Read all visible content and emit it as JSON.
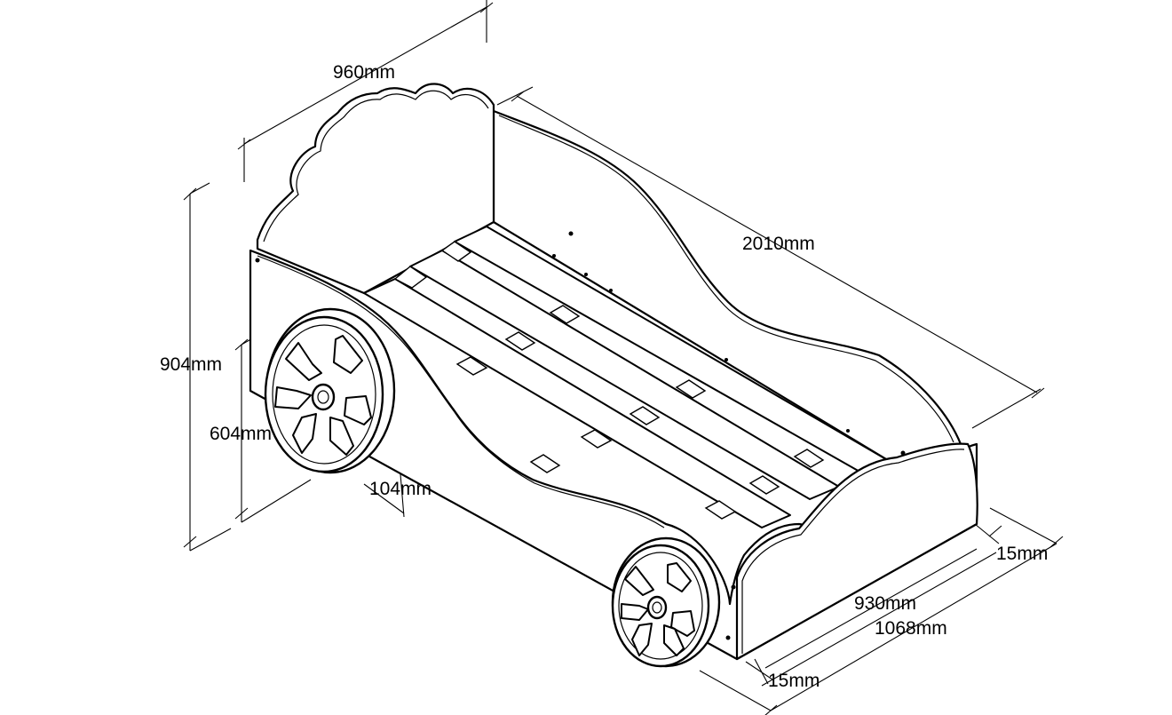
{
  "diagram": {
    "dimensions": {
      "width_top": "960mm",
      "length_total": "2010mm",
      "height_total": "904mm",
      "height_wheel": "604mm",
      "wheel_offset": "104mm",
      "side_thickness_right": "15mm",
      "inner_width": "930mm",
      "outer_width": "1068mm",
      "side_thickness_front": "15mm"
    },
    "colors": {
      "line": "#000000",
      "background": "#ffffff"
    }
  }
}
